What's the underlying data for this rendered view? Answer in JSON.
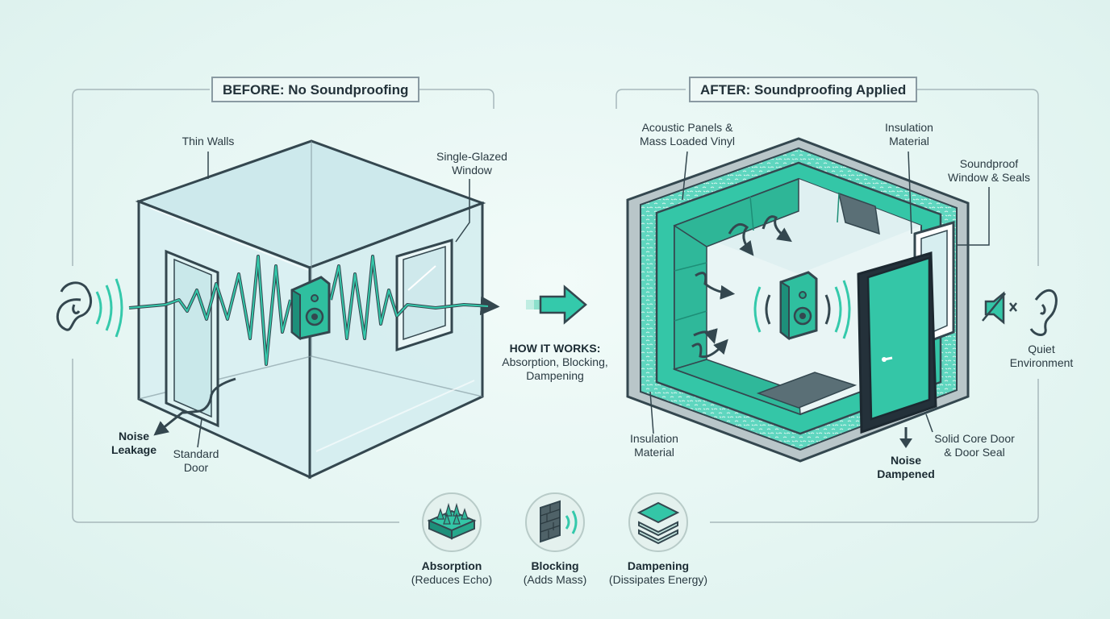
{
  "panels": {
    "before_title": "BEFORE: No Soundproofing",
    "after_title": "AFTER: Soundproofing Applied"
  },
  "before_labels": {
    "thin_walls": "Thin Walls",
    "window_line1": "Single-Glazed",
    "window_line2": "Window",
    "noise_line1": "Noise",
    "noise_line2": "Leakage",
    "door_line1": "Standard",
    "door_line2": "Door"
  },
  "middle": {
    "how_title": "HOW IT WORKS:",
    "how_line1": "Absorption, Blocking,",
    "how_line2": "Dampening"
  },
  "after_labels": {
    "panels_line1": "Acoustic Panels &",
    "panels_line2": "Mass Loaded Vinyl",
    "insulation_top_line1": "Insulation",
    "insulation_top_line2": "Material",
    "window_line1": "Soundproof",
    "window_line2": "Window & Seals",
    "quiet_line1": "Quiet",
    "quiet_line2": "Environment",
    "insulation_bottom_line1": "Insulation",
    "insulation_bottom_line2": "Material",
    "dampened_line1": "Noise",
    "dampened_line2": "Dampened",
    "door_line1": "Solid Core Door",
    "door_line2": "& Door Seal"
  },
  "legend": [
    {
      "title": "Absorption",
      "subtitle": "(Reduces Echo)",
      "icon": "acoustic-foam-icon"
    },
    {
      "title": "Blocking",
      "subtitle": "(Adds Mass)",
      "icon": "brick-wall-icon"
    },
    {
      "title": "Dampening",
      "subtitle": "(Dissipates Energy)",
      "icon": "layers-icon"
    }
  ],
  "colors": {
    "accent": "#2ec4a6",
    "accent_dark": "#1b8f7a",
    "outline": "#34474f",
    "glass": "#d4ecef",
    "background": "#e6f6f3"
  }
}
